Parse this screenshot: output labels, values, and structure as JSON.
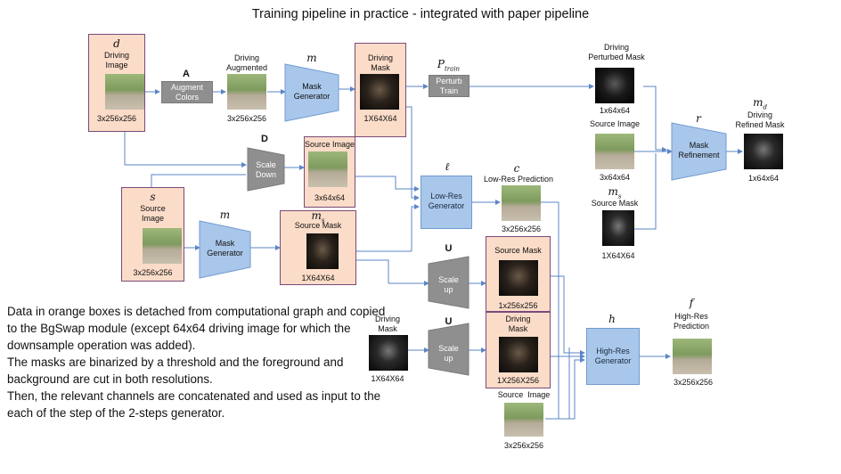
{
  "title": "Training pipeline in practice - integrated with paper pipeline",
  "nodes": {
    "d": {
      "symbol": "d",
      "label": "Driving\nImage",
      "dims": "3x256x256"
    },
    "augment": {
      "letter": "A",
      "label": "Augment\nColors"
    },
    "driving_augmented": {
      "label": "Driving\nAugmented",
      "dims": "3x256x256"
    },
    "m_top": {
      "symbol": "m",
      "label": "Mask\nGenerator"
    },
    "driving_mask_top": {
      "label": "Driving\nMask",
      "dims": "1X64X64"
    },
    "perturb": {
      "symbol": "P",
      "sub": "train",
      "label": "Perturb\nTrain"
    },
    "perturbed_mask": {
      "label": "Driving\nPerturbed Mask",
      "dims": "1x64x64"
    },
    "source_image_right": {
      "label": "Source Image",
      "dims": "3x64x64"
    },
    "ms_right": {
      "symbol": "m",
      "sub": "s",
      "label": "Source Mask",
      "dims": "1X64X64"
    },
    "r": {
      "symbol": "r",
      "label": "Mask\nRefinement"
    },
    "md": {
      "symbol": "m",
      "sub": "d",
      "label": "Driving\nRefined Mask",
      "dims": "1x64x64"
    },
    "scale_down": {
      "letter": "D",
      "label": "Scale\nDown"
    },
    "source_image_small": {
      "label": "Source Image",
      "dims": "3x64x64"
    },
    "s": {
      "symbol": "s",
      "label": "Source\nImage",
      "dims": "3x256x256"
    },
    "m_bottom": {
      "symbol": "m",
      "label": "Mask\nGenerator"
    },
    "ms_mid": {
      "symbol": "m",
      "sub": "s",
      "label": "Source Mask",
      "dims": "1X64X64"
    },
    "l": {
      "symbol": "ℓ",
      "label": "Low-Res\nGenerator"
    },
    "c": {
      "symbol": "c",
      "label": "Low-Res Prediction",
      "dims": "3x256x256"
    },
    "scale_up_1": {
      "letter": "U",
      "label": "Scale\nup"
    },
    "source_mask_up": {
      "label": "Source Mask",
      "dims": "1x256x256"
    },
    "driving_mask_left": {
      "label": "Driving\nMask",
      "dims": "1X64X64"
    },
    "scale_up_2": {
      "letter": "U",
      "label": "Scale\nup"
    },
    "driving_mask_up": {
      "label": "Driving\nMask",
      "dims": "1X256X256"
    },
    "source_image_bottom": {
      "label": "Source  Image",
      "dims": "3x256x256"
    },
    "h": {
      "symbol": "h",
      "label": "High-Res\nGenerator"
    },
    "f": {
      "symbol": "f",
      "label": "High-Res\nPrediction",
      "dims": "3x256x256"
    }
  },
  "notes": [
    "Data in orange boxes is detached from computational graph and copied to the BgSwap module (except 64x64 driving image for which the downsample operation was added).",
    "The masks are binarized by a threshold and the foreground and background are cut in both resolutions.",
    "Then, the relevant channels are concatenated and used as input to the each of the step of the 2-steps generator."
  ],
  "colors": {
    "orange_box": "#fbdcc8",
    "orange_border": "#7a4a7a",
    "blue_block": "#a9c7ea",
    "gray_block": "#8f8f8f",
    "arrow": "#5b86c6"
  }
}
